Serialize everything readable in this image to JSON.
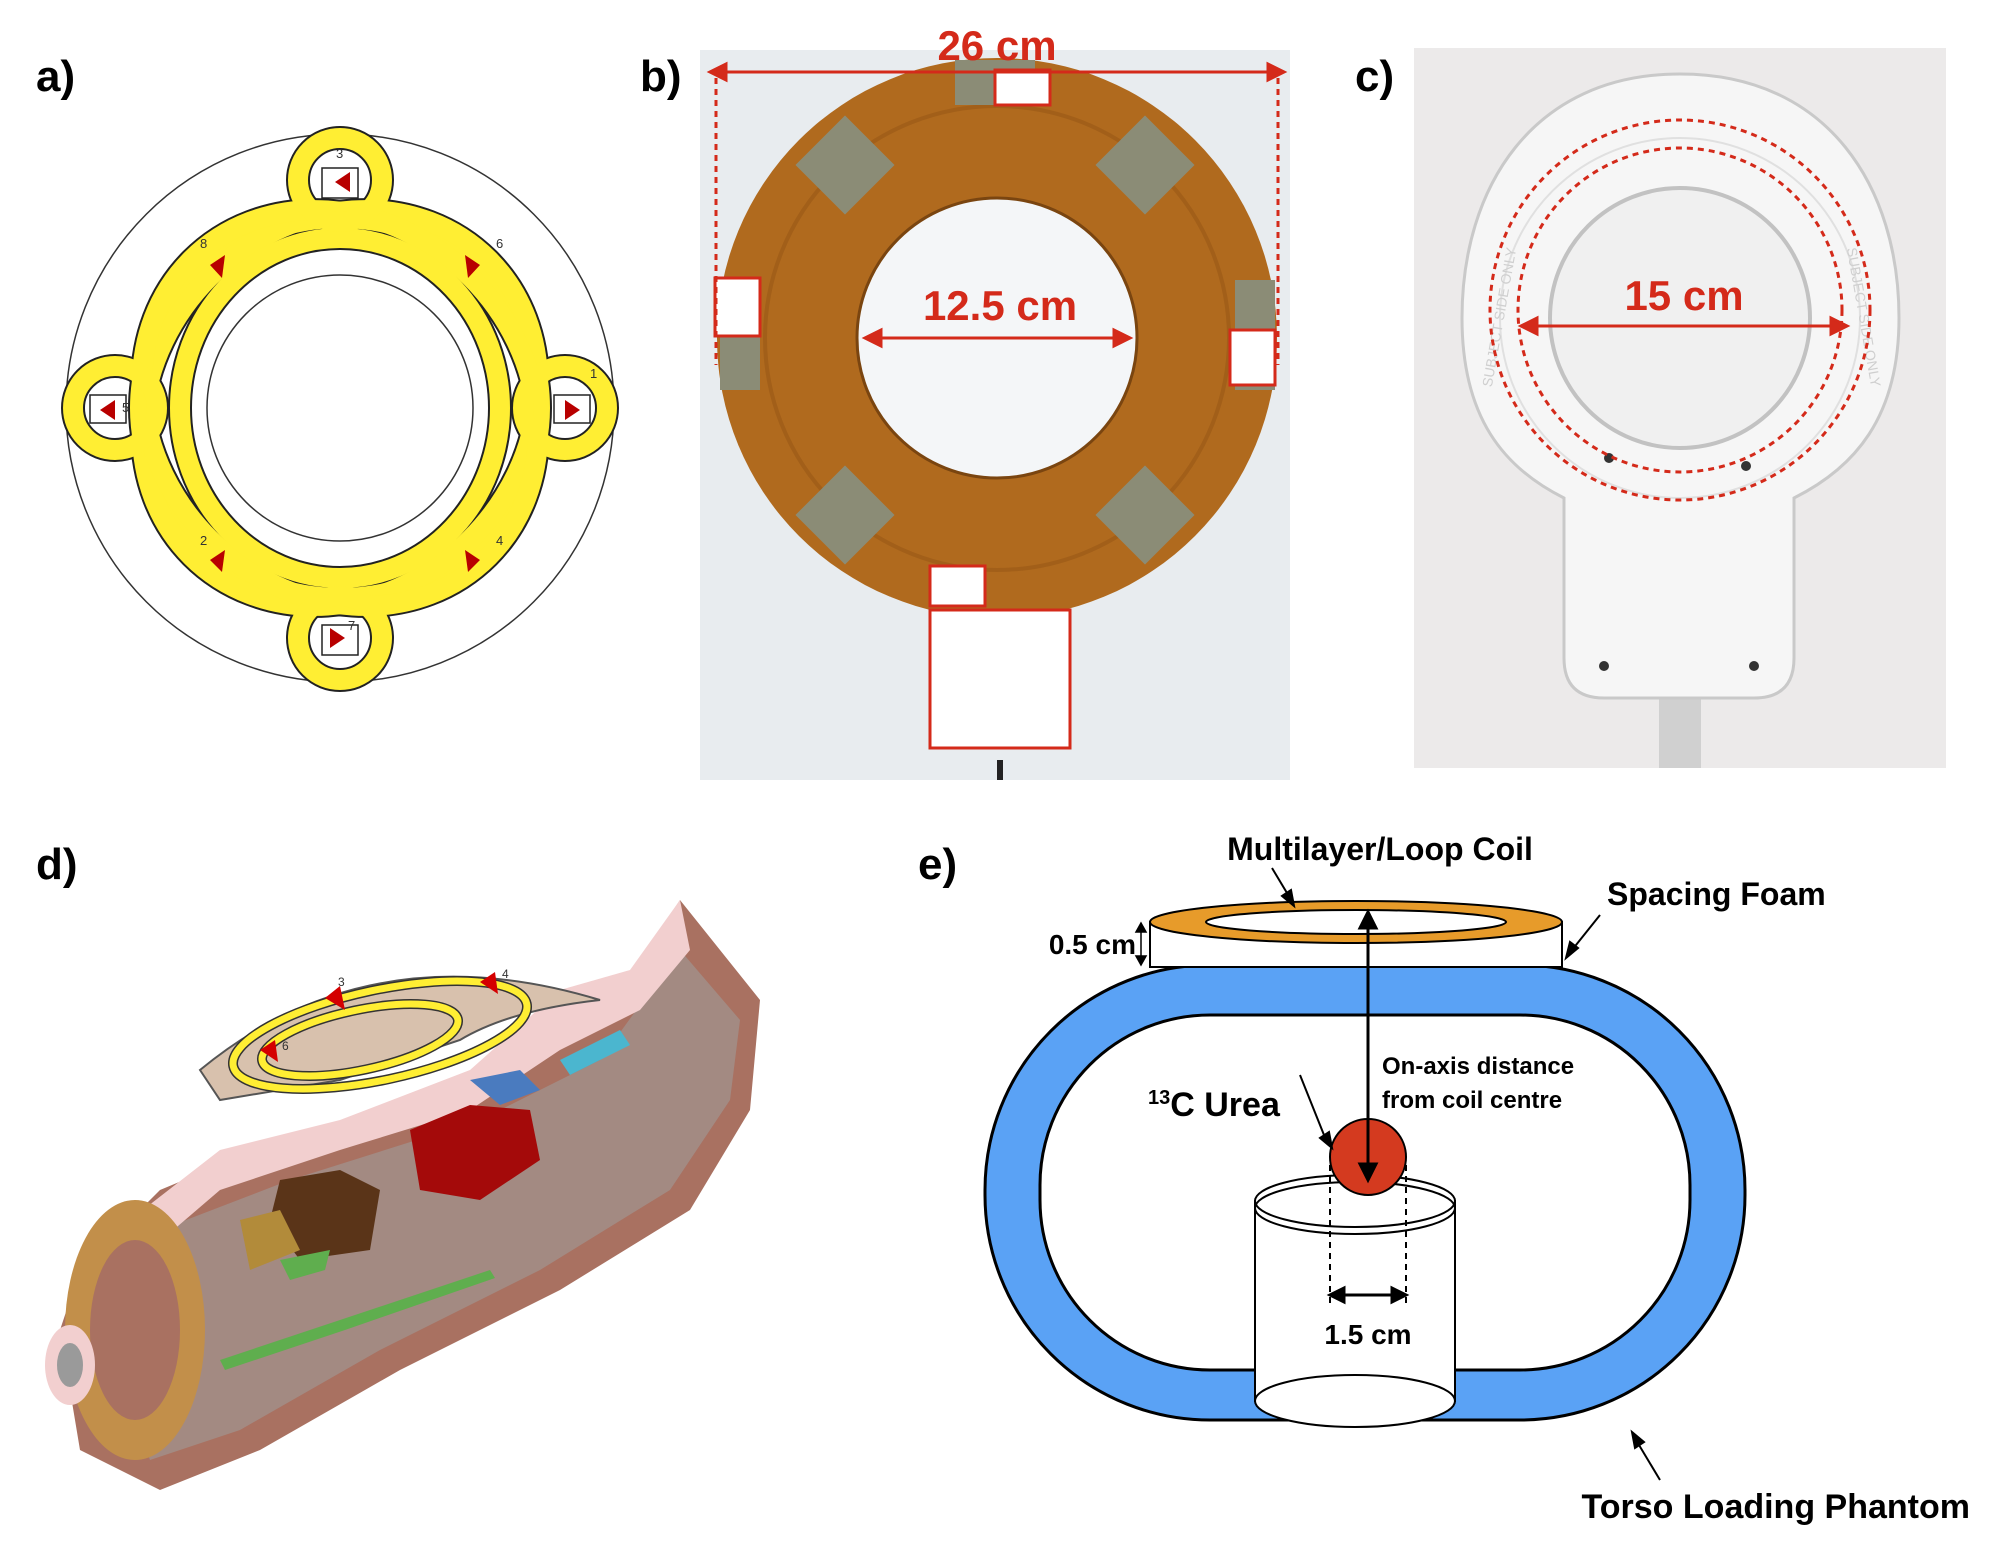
{
  "panels": {
    "a": {
      "label": "a)",
      "port_numbers": [
        "1",
        "2",
        "3",
        "4",
        "5",
        "6",
        "7",
        "8"
      ]
    },
    "b": {
      "label": "b)",
      "outer_dimension": "26 cm",
      "inner_dimension": "12.5 cm"
    },
    "c": {
      "label": "c)",
      "inner_dimension": "15 cm",
      "housing_text": [
        "SUBJECT SIDE ONLY",
        "SUBJECT SIDE ONLY"
      ]
    },
    "d": {
      "label": "d)",
      "port_numbers": [
        "3",
        "4",
        "6"
      ]
    },
    "e": {
      "label": "e)",
      "coil_label": "Multilayer/Loop Coil",
      "foam_label": "Spacing Foam",
      "thickness_label": "0.5 cm",
      "distance_label_line1": "On-axis distance",
      "distance_label_line2": "from coil centre",
      "urea_superscript": "13",
      "urea_label": "C Urea",
      "width_label": "1.5 cm",
      "phantom_label": "Torso Loading Phantom"
    }
  },
  "colors": {
    "coil_yellow": "#ffee33",
    "port_red": "#b80000",
    "dimension_red": "#d42a1a",
    "pcb_brown": "#b06a1e",
    "foam_orange": "#e79b2a",
    "phantom_blue": "#5aa2f5",
    "urea_red": "#d43a1f"
  }
}
